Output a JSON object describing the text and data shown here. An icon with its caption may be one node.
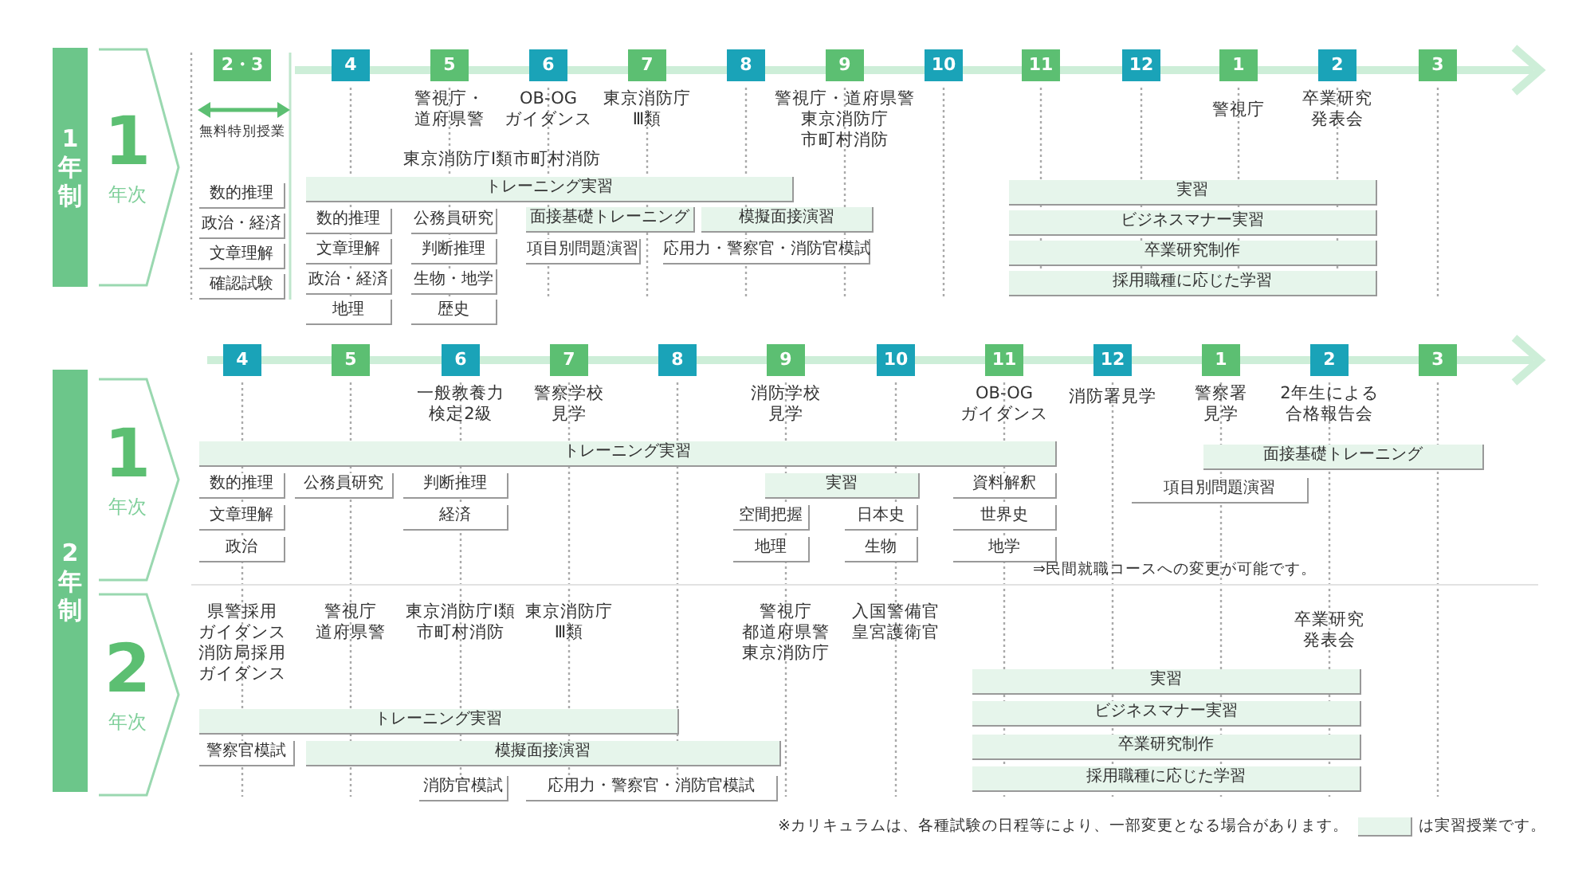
{
  "diagram": {
    "nodes": [
      {
        "text": [
          "1年制"
        ]
      },
      {
        "text": [
          "1",
          "年次"
        ]
      },
      {
        "text": [
          "2・3"
        ]
      },
      {
        "text": [
          "4"
        ]
      },
      {
        "text": [
          "5"
        ]
      },
      {
        "text": [
          "6"
        ]
      },
      {
        "text": [
          "7"
        ]
      },
      {
        "text": [
          "8"
        ]
      },
      {
        "text": [
          "9"
        ]
      },
      {
        "text": [
          "10"
        ]
      },
      {
        "text": [
          "11"
        ]
      },
      {
        "text": [
          "12"
        ]
      },
      {
        "text": [
          "1"
        ]
      },
      {
        "text": [
          "2"
        ]
      },
      {
        "text": [
          "3"
        ]
      },
      {
        "text": [
          "数的推理"
        ]
      },
      {
        "text": [
          "政治・経済"
        ]
      },
      {
        "text": [
          "文章理解"
        ]
      },
      {
        "text": [
          "確認試験"
        ]
      },
      {
        "text": [
          "トレーニング実習"
        ]
      },
      {
        "text": [
          "数的推理"
        ]
      },
      {
        "text": [
          "文章理解"
        ]
      },
      {
        "text": [
          "政治・経済"
        ]
      },
      {
        "text": [
          "地理"
        ]
      },
      {
        "text": [
          "公務員研究"
        ]
      },
      {
        "text": [
          "判断推理"
        ]
      },
      {
        "text": [
          "生物・地学"
        ]
      },
      {
        "text": [
          "歴史"
        ]
      },
      {
        "text": [
          "面接基礎トレーニング"
        ]
      },
      {
        "text": [
          "模擬面接演習"
        ]
      },
      {
        "text": [
          "項目別問題演習"
        ]
      },
      {
        "text": [
          "応用力・警察官・消防官模試"
        ]
      },
      {
        "text": [
          "実習"
        ]
      },
      {
        "text": [
          "ビジネスマナー実習"
        ]
      },
      {
        "text": [
          "卒業研究制作"
        ]
      },
      {
        "text": [
          "採用職種に応じた学習"
        ]
      },
      {
        "text": [
          "2年制"
        ]
      },
      {
        "text": [
          "1",
          "年次"
        ]
      },
      {
        "text": [
          "2",
          "年次"
        ]
      },
      {
        "text": [
          "4"
        ]
      },
      {
        "text": [
          "5"
        ]
      },
      {
        "text": [
          "6"
        ]
      },
      {
        "text": [
          "7"
        ]
      },
      {
        "text": [
          "8"
        ]
      },
      {
        "text": [
          "9"
        ]
      },
      {
        "text": [
          "10"
        ]
      },
      {
        "text": [
          "11"
        ]
      },
      {
        "text": [
          "12"
        ]
      },
      {
        "text": [
          "1"
        ]
      },
      {
        "text": [
          "2"
        ]
      },
      {
        "text": [
          "3"
        ]
      },
      {
        "text": [
          "トレーニング実習"
        ]
      },
      {
        "text": [
          "数的推理"
        ]
      },
      {
        "text": [
          "文章理解"
        ]
      },
      {
        "text": [
          "政治"
        ]
      },
      {
        "text": [
          "公務員研究"
        ]
      },
      {
        "text": [
          "判断推理"
        ]
      },
      {
        "text": [
          "経済"
        ]
      },
      {
        "text": [
          "実習"
        ]
      },
      {
        "text": [
          "空間把握"
        ]
      },
      {
        "text": [
          "地理"
        ]
      },
      {
        "text": [
          "日本史"
        ]
      },
      {
        "text": [
          "生物"
        ]
      },
      {
        "text": [
          "資料解釈"
        ]
      },
      {
        "text": [
          "世界史"
        ]
      },
      {
        "text": [
          "地学"
        ]
      },
      {
        "text": [
          "面接基礎トレーニング"
        ]
      },
      {
        "text": [
          "項目別問題演習"
        ]
      },
      {
        "text": [
          "トレーニング実習"
        ]
      },
      {
        "text": [
          "警察官模試"
        ]
      },
      {
        "text": [
          "模擬面接演習"
        ]
      },
      {
        "text": [
          "消防官模試"
        ]
      },
      {
        "text": [
          "応用力・警察官・消防官模試"
        ]
      },
      {
        "text": [
          "実習"
        ]
      },
      {
        "text": [
          "ビジネスマナー実習"
        ]
      },
      {
        "text": [
          "卒業研究制作"
        ]
      },
      {
        "text": [
          "採用職種に応じた学習"
        ]
      }
    ],
    "labels": [
      "無料特別授業",
      "警視庁・道府県警",
      "OB-OGガイダンス",
      "東京消防庁Ⅲ類",
      "東京消防庁Ⅰ類市町村消防",
      "警視庁・道府県警東京消防庁市町村消防",
      "警視庁",
      "卒業研究発表会",
      "一般教養力検定2級",
      "警察学校見学",
      "消防学校見学",
      "OB-OGガイダンス",
      "消防署見学",
      "警察署見学",
      "2年生による合格報告会",
      "⇒民間就職コースへの変更が可能です。",
      "県警採用ガイダンス消防局採用ガイダンス",
      "警視庁道府県警",
      "東京消防庁Ⅰ類市町村消防",
      "東京消防庁Ⅲ類",
      "警視庁都道府県警東京消防庁",
      "入国警備官皇宮護衛官",
      "卒業研究発表会",
      "※カリキュラムは、各種試験の日程等により、一部変更となる場合があります。"
    ],
    "legend": [
      {
        "text": "は実習授業です。",
        "color": "#e6f5eb"
      }
    ]
  }
}
